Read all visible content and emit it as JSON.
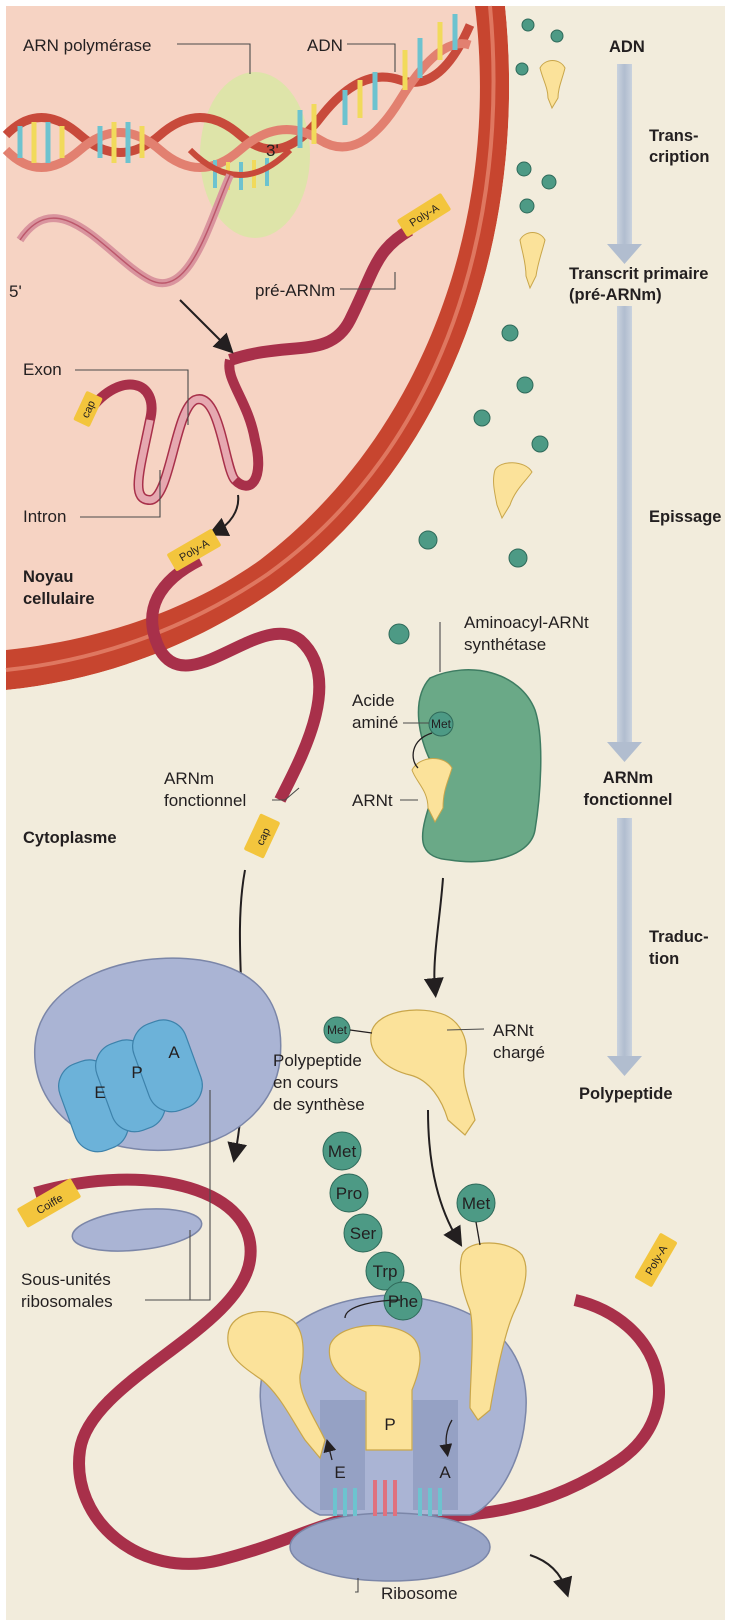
{
  "labels": {
    "arn_polymerase": "ARN polymérase",
    "adn_top": "ADN",
    "three_prime": "3'",
    "five_prime": "5'",
    "pre_arnm": "pré-ARNm",
    "poly_a": "Poly-A",
    "exon": "Exon",
    "intron": "Intron",
    "cap": "cap",
    "noyau_1": "Noyau",
    "noyau_2": "cellulaire",
    "cytoplasme": "Cytoplasme",
    "aminoacyl_1": "Aminoacyl-ARNt",
    "aminoacyl_2": "synthétase",
    "acide_1": "Acide",
    "acide_2": "aminé",
    "met": "Met",
    "arnt": "ARNt",
    "arnm_fonc_1": "ARNm",
    "arnm_fonc_2": "fonctionnel",
    "arnt_charge_1": "ARNt",
    "arnt_charge_2": "chargé",
    "polypeptide_1": "Polypeptide",
    "polypeptide_2": "en cours",
    "polypeptide_3": "de synthèse",
    "site_e": "E",
    "site_p": "P",
    "site_a": "A",
    "coiffe": "Coiffe",
    "sous_unites_1": "Sous-unités",
    "sous_unites_2": "ribosomales",
    "ribosome": "Ribosome"
  },
  "chain": [
    "Met",
    "Pro",
    "Ser",
    "Trp",
    "Phe"
  ],
  "flow": {
    "adn": "ADN",
    "transcription_1": "Trans-",
    "transcription_2": "cription",
    "primaire_1": "Transcrit primaire",
    "primaire_2": "(pré-ARNm)",
    "epissage": "Epissage",
    "arnm_1": "ARNm",
    "arnm_2": "fonctionnel",
    "traduction_1": "Traduc-",
    "traduction_2": "tion",
    "polypeptide": "Polypeptide"
  },
  "colors": {
    "background": "#f2ecdc",
    "nucleus": "#f6d3c3",
    "membrane": "#c0392b",
    "mrna": "#a8304a",
    "trna": "#fbe29a",
    "ribosome": "#aab4d4",
    "amino_acid": "#4d9a85",
    "synthetase": "#6aa987",
    "flow_arrow": "#b9c4d4"
  }
}
